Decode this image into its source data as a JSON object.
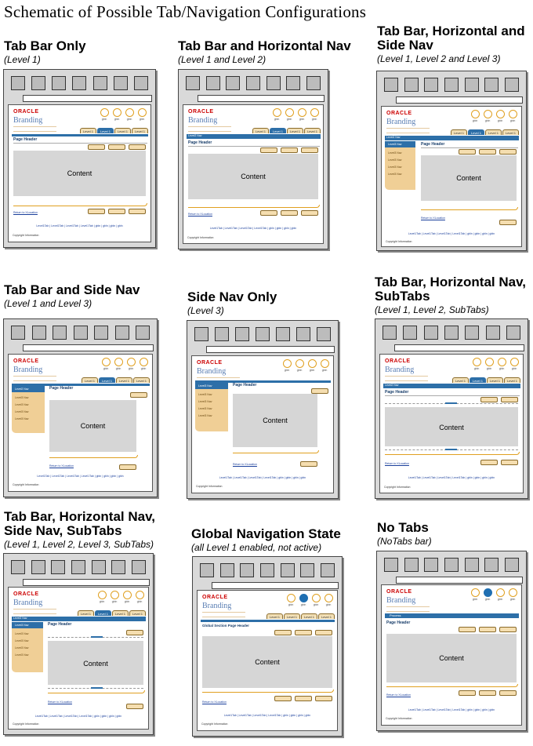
{
  "title": "Schematic of Possible Tab/Navigation Configurations",
  "common": {
    "oracle": "ORACLE",
    "branding": "Branding",
    "global_label": "gbln",
    "tab_label": "Level 1",
    "page_header": "Page Header",
    "content": "Content",
    "return_link": "Return to XLocation",
    "footer_links": "Level1Tab | Level1Tab | Level1Tab | Level1Tab | gbln | gbln | gbln | gbln",
    "copyright": "Copyright Information",
    "level2_nav": "Level2 Nav",
    "level3_nav_active": "Level3 Nav",
    "level3_nav": "Level3 Nav",
    "process": "Process",
    "global_section_header": "Global Section Page Header"
  },
  "cells": [
    {
      "title": "Tab Bar Only",
      "subtitle": "(Level 1)"
    },
    {
      "title": "Tab Bar and Horizontal Nav",
      "subtitle": "(Level 1 and Level 2)"
    },
    {
      "title": "Tab Bar, Horizontal and Side Nav",
      "subtitle": "(Level 1, Level 2 and Level 3)"
    },
    {
      "title": "Tab Bar and Side Nav",
      "subtitle": "(Level 1 and Level 3)"
    },
    {
      "title": "Side Nav Only",
      "subtitle": "(Level 3)"
    },
    {
      "title": "Tab Bar, Horizontal Nav, SubTabs",
      "subtitle": "(Level 1, Level 2, SubTabs)"
    },
    {
      "title": "Tab Bar, Horizontal Nav, Side Nav, SubTabs",
      "subtitle": "(Level 1, Level 2, Level 3, SubTabs)"
    },
    {
      "title": "Global Navigation State",
      "subtitle": "(all Level 1 enabled, not active)"
    },
    {
      "title": "No Tabs",
      "subtitle": "(NoTabs bar)"
    }
  ]
}
